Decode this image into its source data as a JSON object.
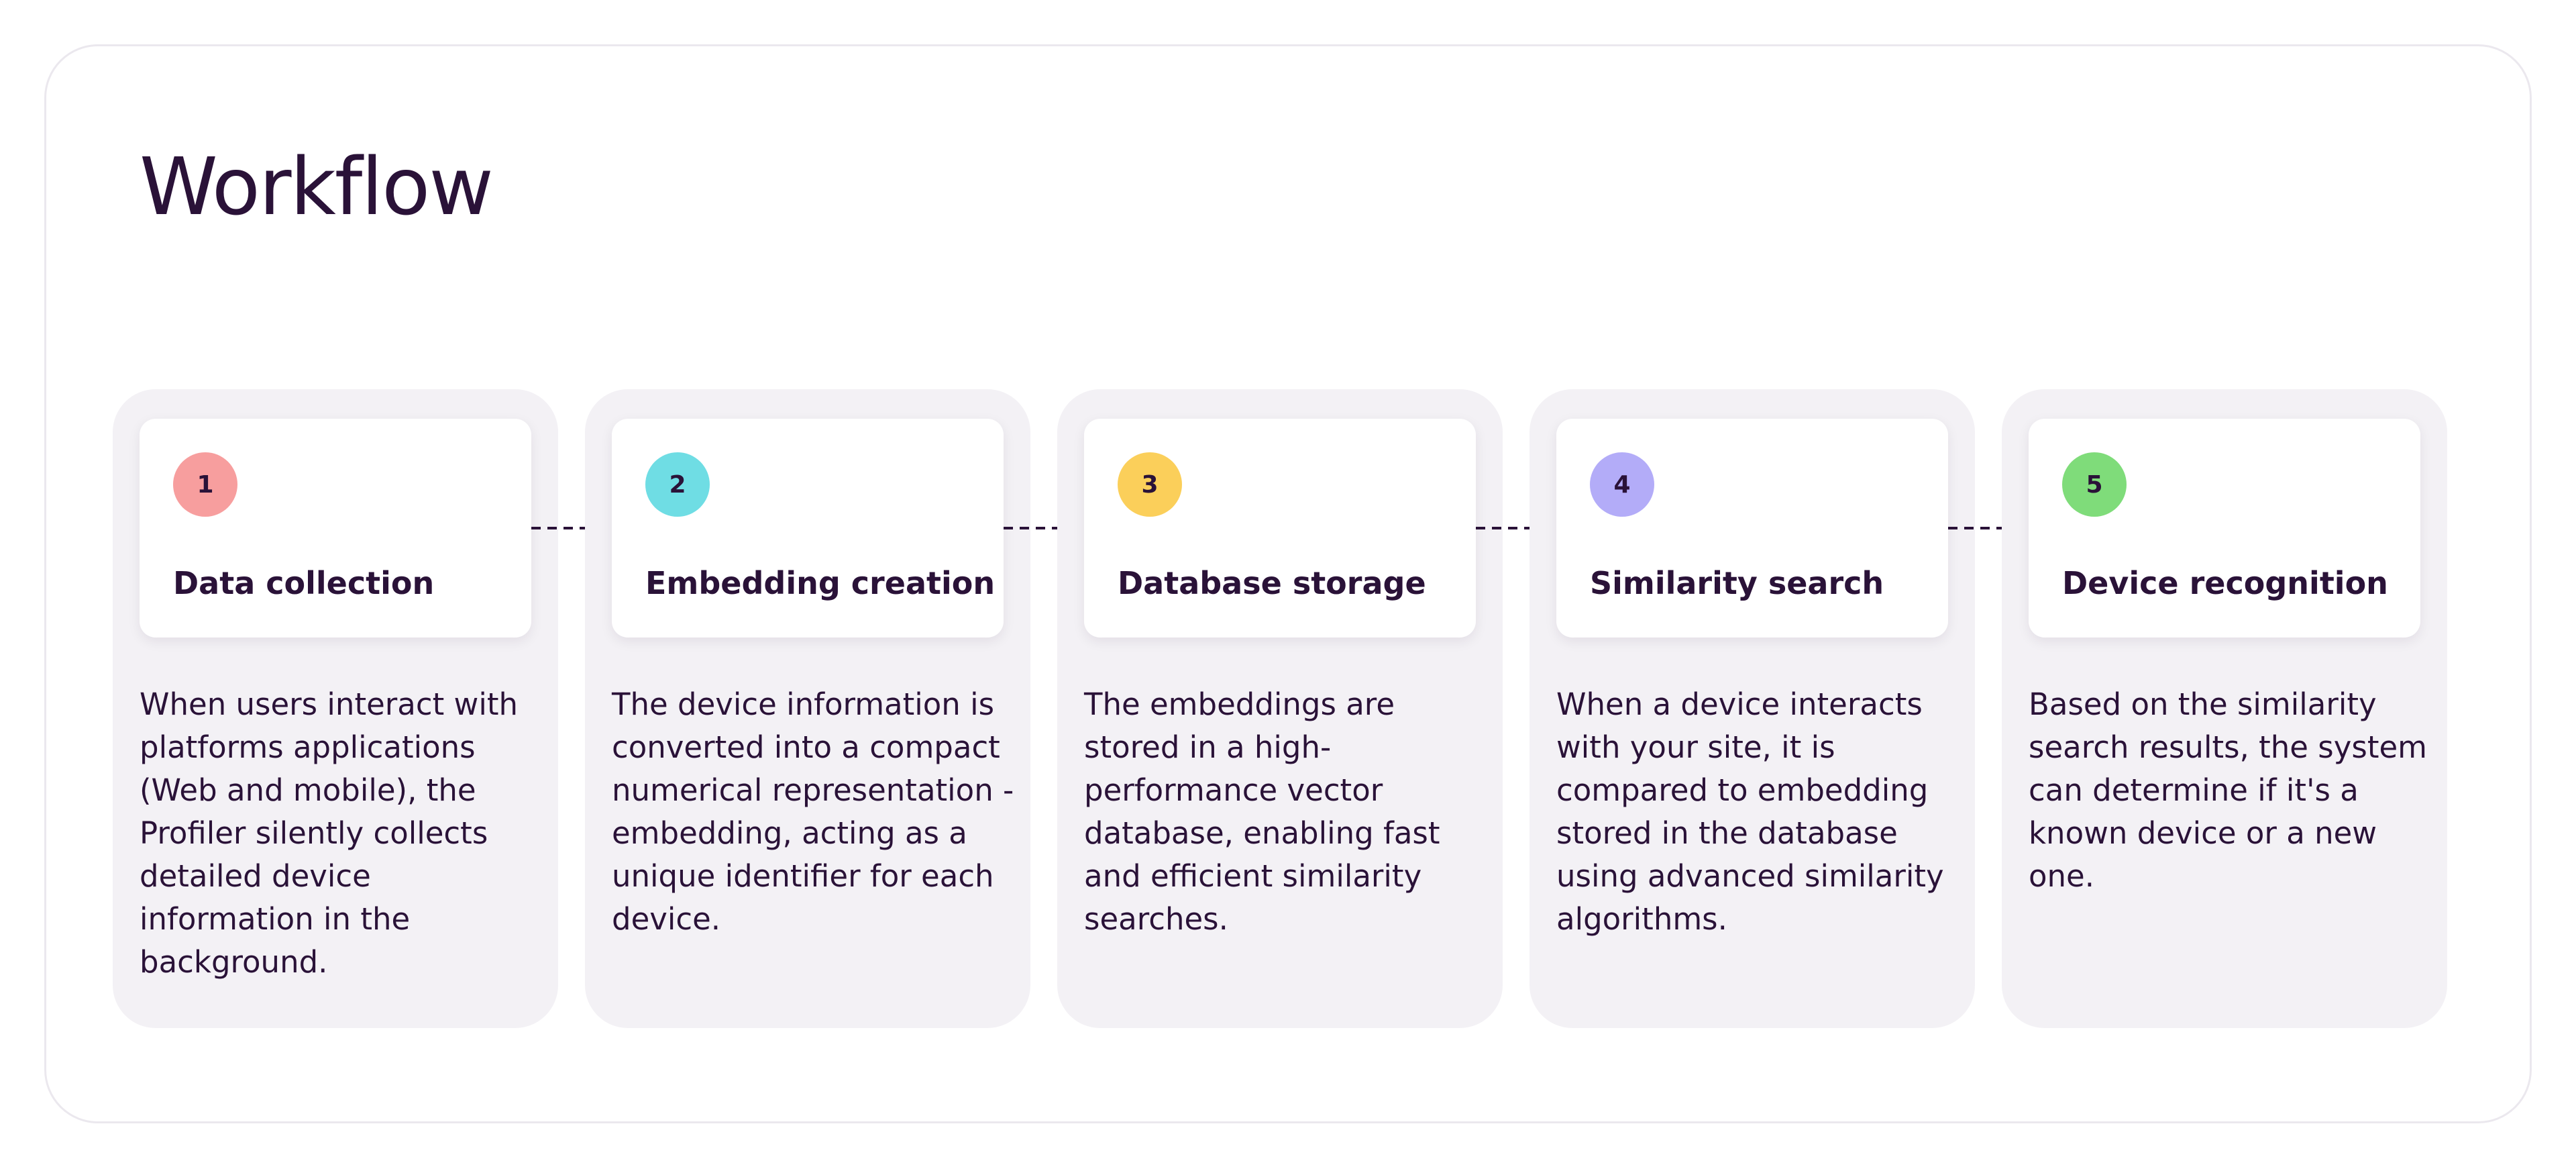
{
  "title": "Workflow",
  "steps": [
    {
      "number": "1",
      "title": "Data collection",
      "description": "When users interact with platforms applications (Web and mobile), the Profiler silently collects detailed device information in the background.",
      "badge_color": "#f79e9e"
    },
    {
      "number": "2",
      "title": "Embedding creation",
      "description": "The device information is converted into a compact numerical representation - embedding, acting as a unique identifier for each device.",
      "badge_color": "#6fdde4"
    },
    {
      "number": "3",
      "title": "Database storage",
      "description": "The embeddings are stored in a high-performance vector database, enabling fast and efficient similarity searches.",
      "badge_color": "#fbcf5a"
    },
    {
      "number": "4",
      "title": "Similarity search",
      "description": "When a device interacts with your site, it is compared to embedding stored in the database using advanced similarity algorithms.",
      "badge_color": "#b3acf8"
    },
    {
      "number": "5",
      "title": "Device recognition",
      "description": "Based on the similarity search results, the system can determine if it's a known device or a new one.",
      "badge_color": "#7fdc7a"
    }
  ],
  "colors": {
    "text": "#2a1238",
    "panel": "#f3f1f5",
    "border": "#ebe8ee"
  }
}
